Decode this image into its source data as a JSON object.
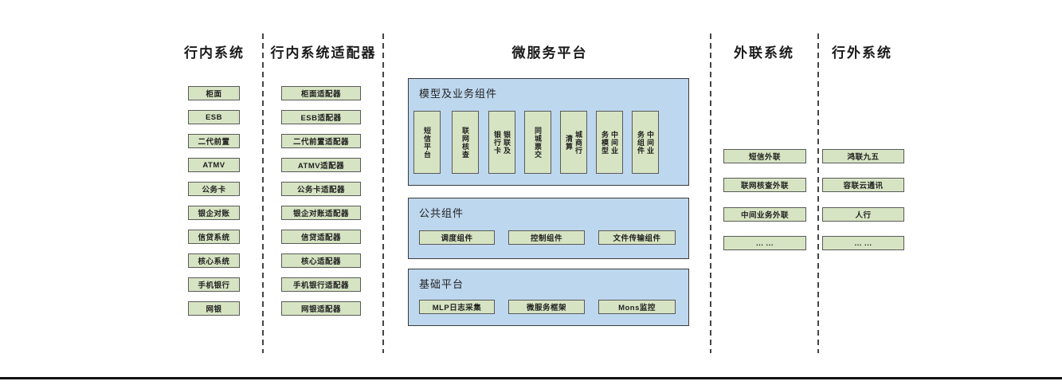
{
  "columns": [
    {
      "title": "行内系统",
      "items": [
        "柜面",
        "ESB",
        "二代前置",
        "ATMV",
        "公务卡",
        "银企对账",
        "信贷系统",
        "核心系统",
        "手机银行",
        "网银"
      ]
    },
    {
      "title": "行内系统适配器",
      "items": [
        "柜面适配器",
        "ESB适配器",
        "二代前置适配器",
        "ATMV适配器",
        "公务卡适配器",
        "银企对账适配器",
        "信贷适配器",
        "核心适配器",
        "手机银行适配器",
        "网银适配器"
      ]
    },
    {
      "title": "微服务平台",
      "panels": [
        {
          "label": "模型及业务组件",
          "items": [
            "短信平台",
            "联网核查",
            "银联及银行卡",
            "同城票交",
            "城商行清算",
            "中间业务模型",
            "中间业务组件"
          ]
        },
        {
          "label": "公共组件",
          "items": [
            "调度组件",
            "控制组件",
            "文件传输组件"
          ]
        },
        {
          "label": "基础平台",
          "items": [
            "MLP日志采集",
            "微服务框架",
            "Mons监控"
          ]
        }
      ]
    },
    {
      "title": "外联系统",
      "items": [
        "短信外联",
        "联网核查外联",
        "中间业务外联",
        "... ..."
      ]
    },
    {
      "title": "行外系统",
      "items": [
        "鸿联九五",
        "容联云通讯",
        "人行",
        "... ..."
      ]
    }
  ],
  "colors": {
    "box_fill": "#d7e4c3",
    "box_border": "#595959",
    "panel_fill": "#bdd7ee",
    "panel_border": "#3a3a3a",
    "divider": "#454545",
    "bottom_rule": "#111111"
  }
}
